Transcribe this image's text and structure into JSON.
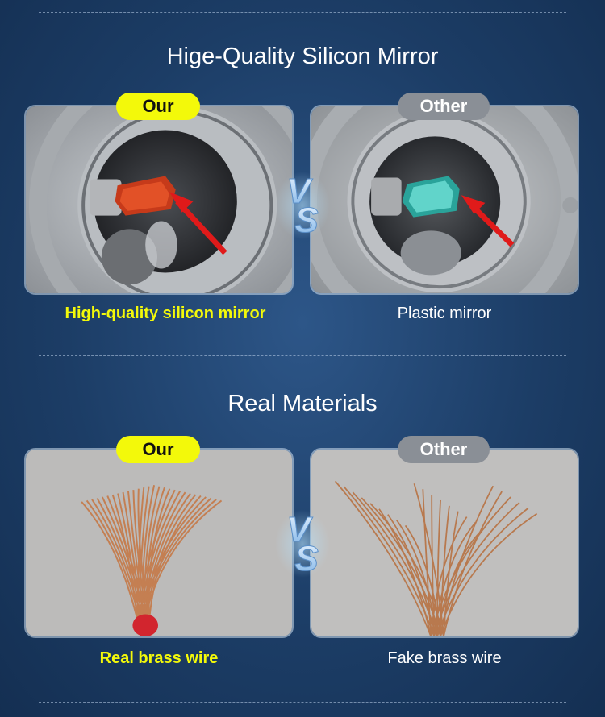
{
  "section1": {
    "title": "Hige-Quality Silicon Mirror",
    "our_badge": "Our",
    "other_badge": "Other",
    "our_caption": "High-quality silicon mirror",
    "other_caption": "Plastic mirror",
    "vs_text": "VS"
  },
  "section2": {
    "title": "Real Materials",
    "our_badge": "Our",
    "other_badge": "Other",
    "our_caption": "Real brass wire",
    "other_caption": "Fake brass wire",
    "vs_text": "VS"
  },
  "colors": {
    "background": "#1c3d66",
    "our_accent": "#f3f90a",
    "other_badge": "#8a8f96",
    "arrow": "#e01a1a"
  },
  "icons": [
    "vs-icon",
    "red-arrow-icon"
  ]
}
